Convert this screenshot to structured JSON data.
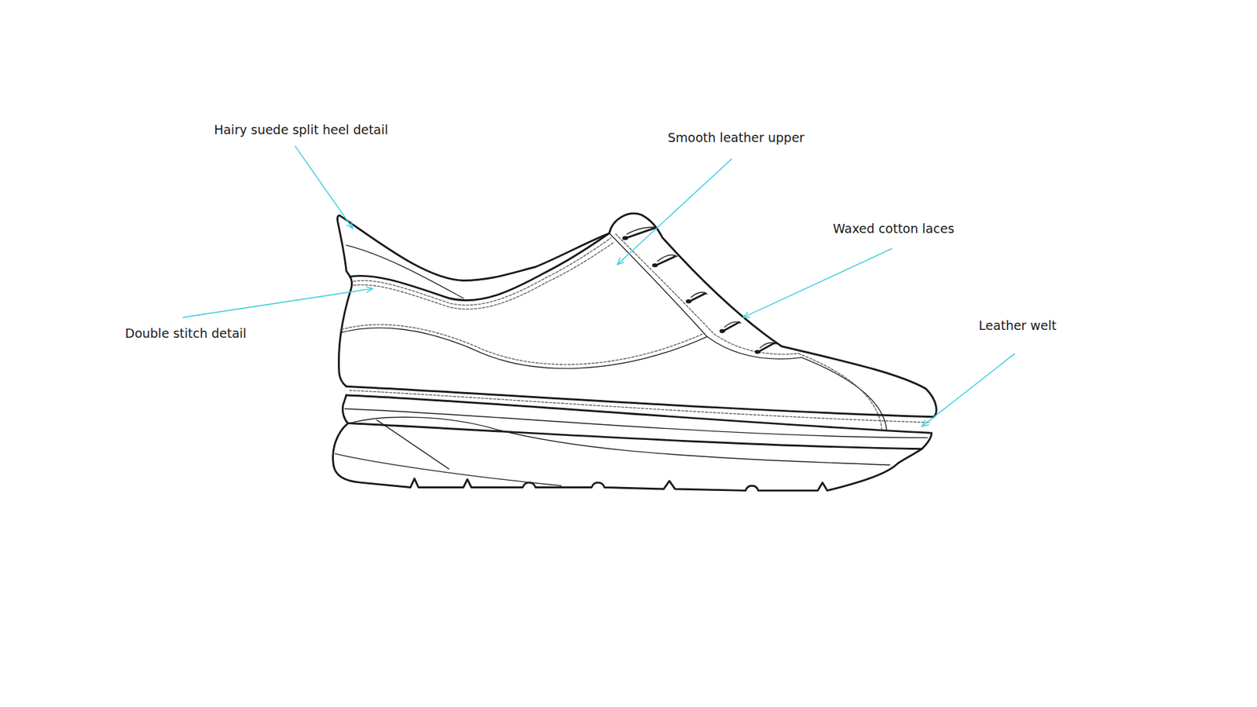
{
  "diagram": {
    "labels": [
      "Hairy suede split heel detail",
      "Smooth leather upper",
      "Waxed cotton laces",
      "Double stitch detail",
      "Leather welt"
    ]
  }
}
